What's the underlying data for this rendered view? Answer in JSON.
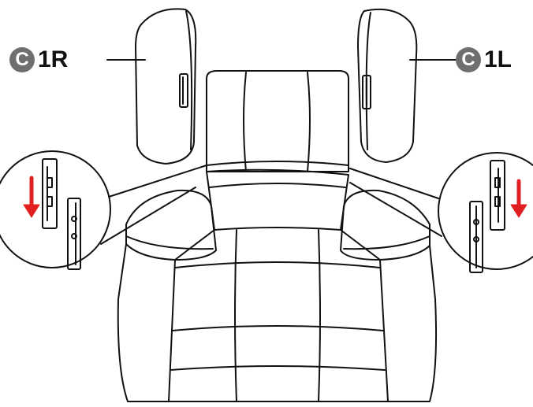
{
  "callouts": {
    "right": {
      "badge": "C",
      "code": "1R"
    },
    "left": {
      "badge": "C",
      "code": "1L"
    }
  },
  "colors": {
    "line": "#111111",
    "badge": "#6f6f6f",
    "arrow": "#e02020"
  },
  "icons": [
    "down-arrow-icon",
    "down-arrow-icon"
  ]
}
